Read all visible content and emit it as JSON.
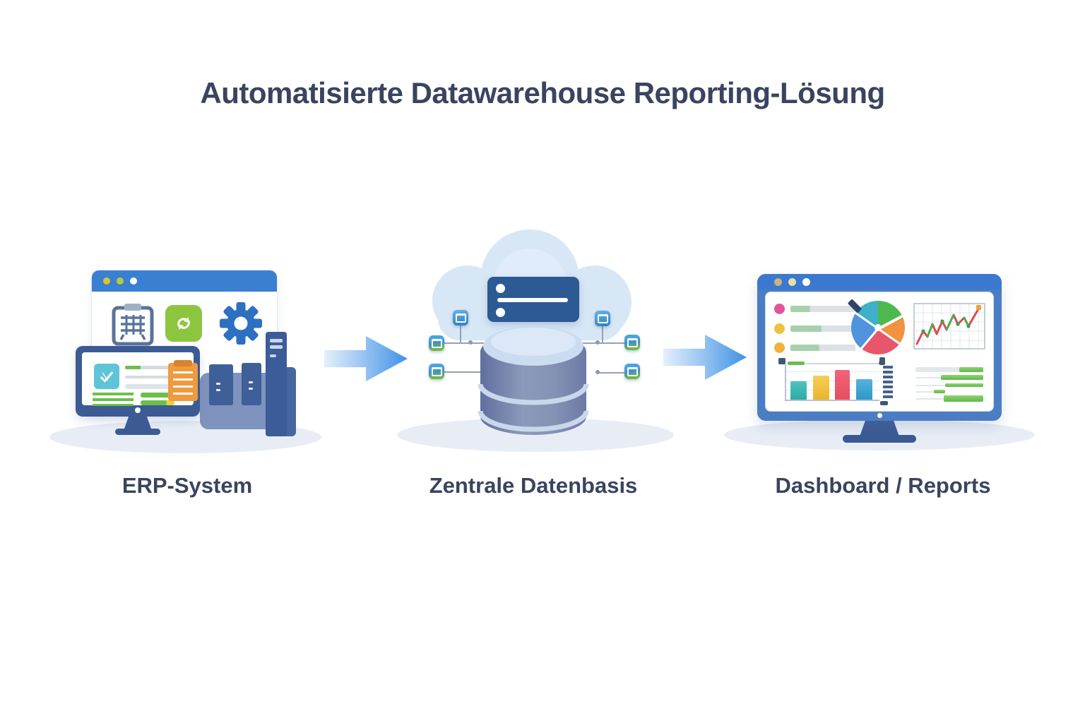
{
  "title": "Automatisierte Datawarehouse Reporting-Lösung",
  "steps": [
    {
      "id": "erp-system",
      "label": "ERP-System"
    },
    {
      "id": "zentrale-datenbasis",
      "label": "Zentrale Datenbasis"
    },
    {
      "id": "dashboard-reports",
      "label": "Dashboard / Reports"
    }
  ],
  "arrows": [
    {
      "from": "erp-system",
      "to": "zentrale-datenbasis"
    },
    {
      "from": "zentrale-datenbasis",
      "to": "dashboard-reports"
    }
  ],
  "icons": {
    "erp_window": [
      "clipboard-grid-icon",
      "sync-icon",
      "gear-icon"
    ],
    "erp_devices": [
      "monitor-icon",
      "server-tower-icon"
    ],
    "database": [
      "cloud-icon",
      "server-icon",
      "database-cylinder-icon",
      "data-node-icon"
    ],
    "dashboard_widgets": [
      "kpi-list",
      "pie-chart",
      "line-chart",
      "bar-chart",
      "progress-bars"
    ]
  },
  "colors": {
    "title_text": "#3a445f",
    "window_bar_blue": "#3a80d2",
    "arrow_blue": "#3f92e8",
    "icon_green": "#8cc63f",
    "gear_blue": "#2d6fc0",
    "server_navy": "#2b5a94",
    "monitor_frame_blue": "#4a7dc4",
    "cylinder_slate": "#6b7aa6",
    "cloud_blue": "#d7e7f6",
    "kpi_dot_pink": "#e0569b",
    "kpi_dot_yellow": "#edc23f",
    "pie_slices": [
      "#3fb0c9",
      "#4db84e",
      "#f0923f",
      "#e8566b",
      "#4f94dd"
    ],
    "bar_chart": [
      "#35b8b4",
      "#f0c33e",
      "#ee5a6a",
      "#3fa6d4"
    ],
    "gantt_green": "#6cc157"
  }
}
